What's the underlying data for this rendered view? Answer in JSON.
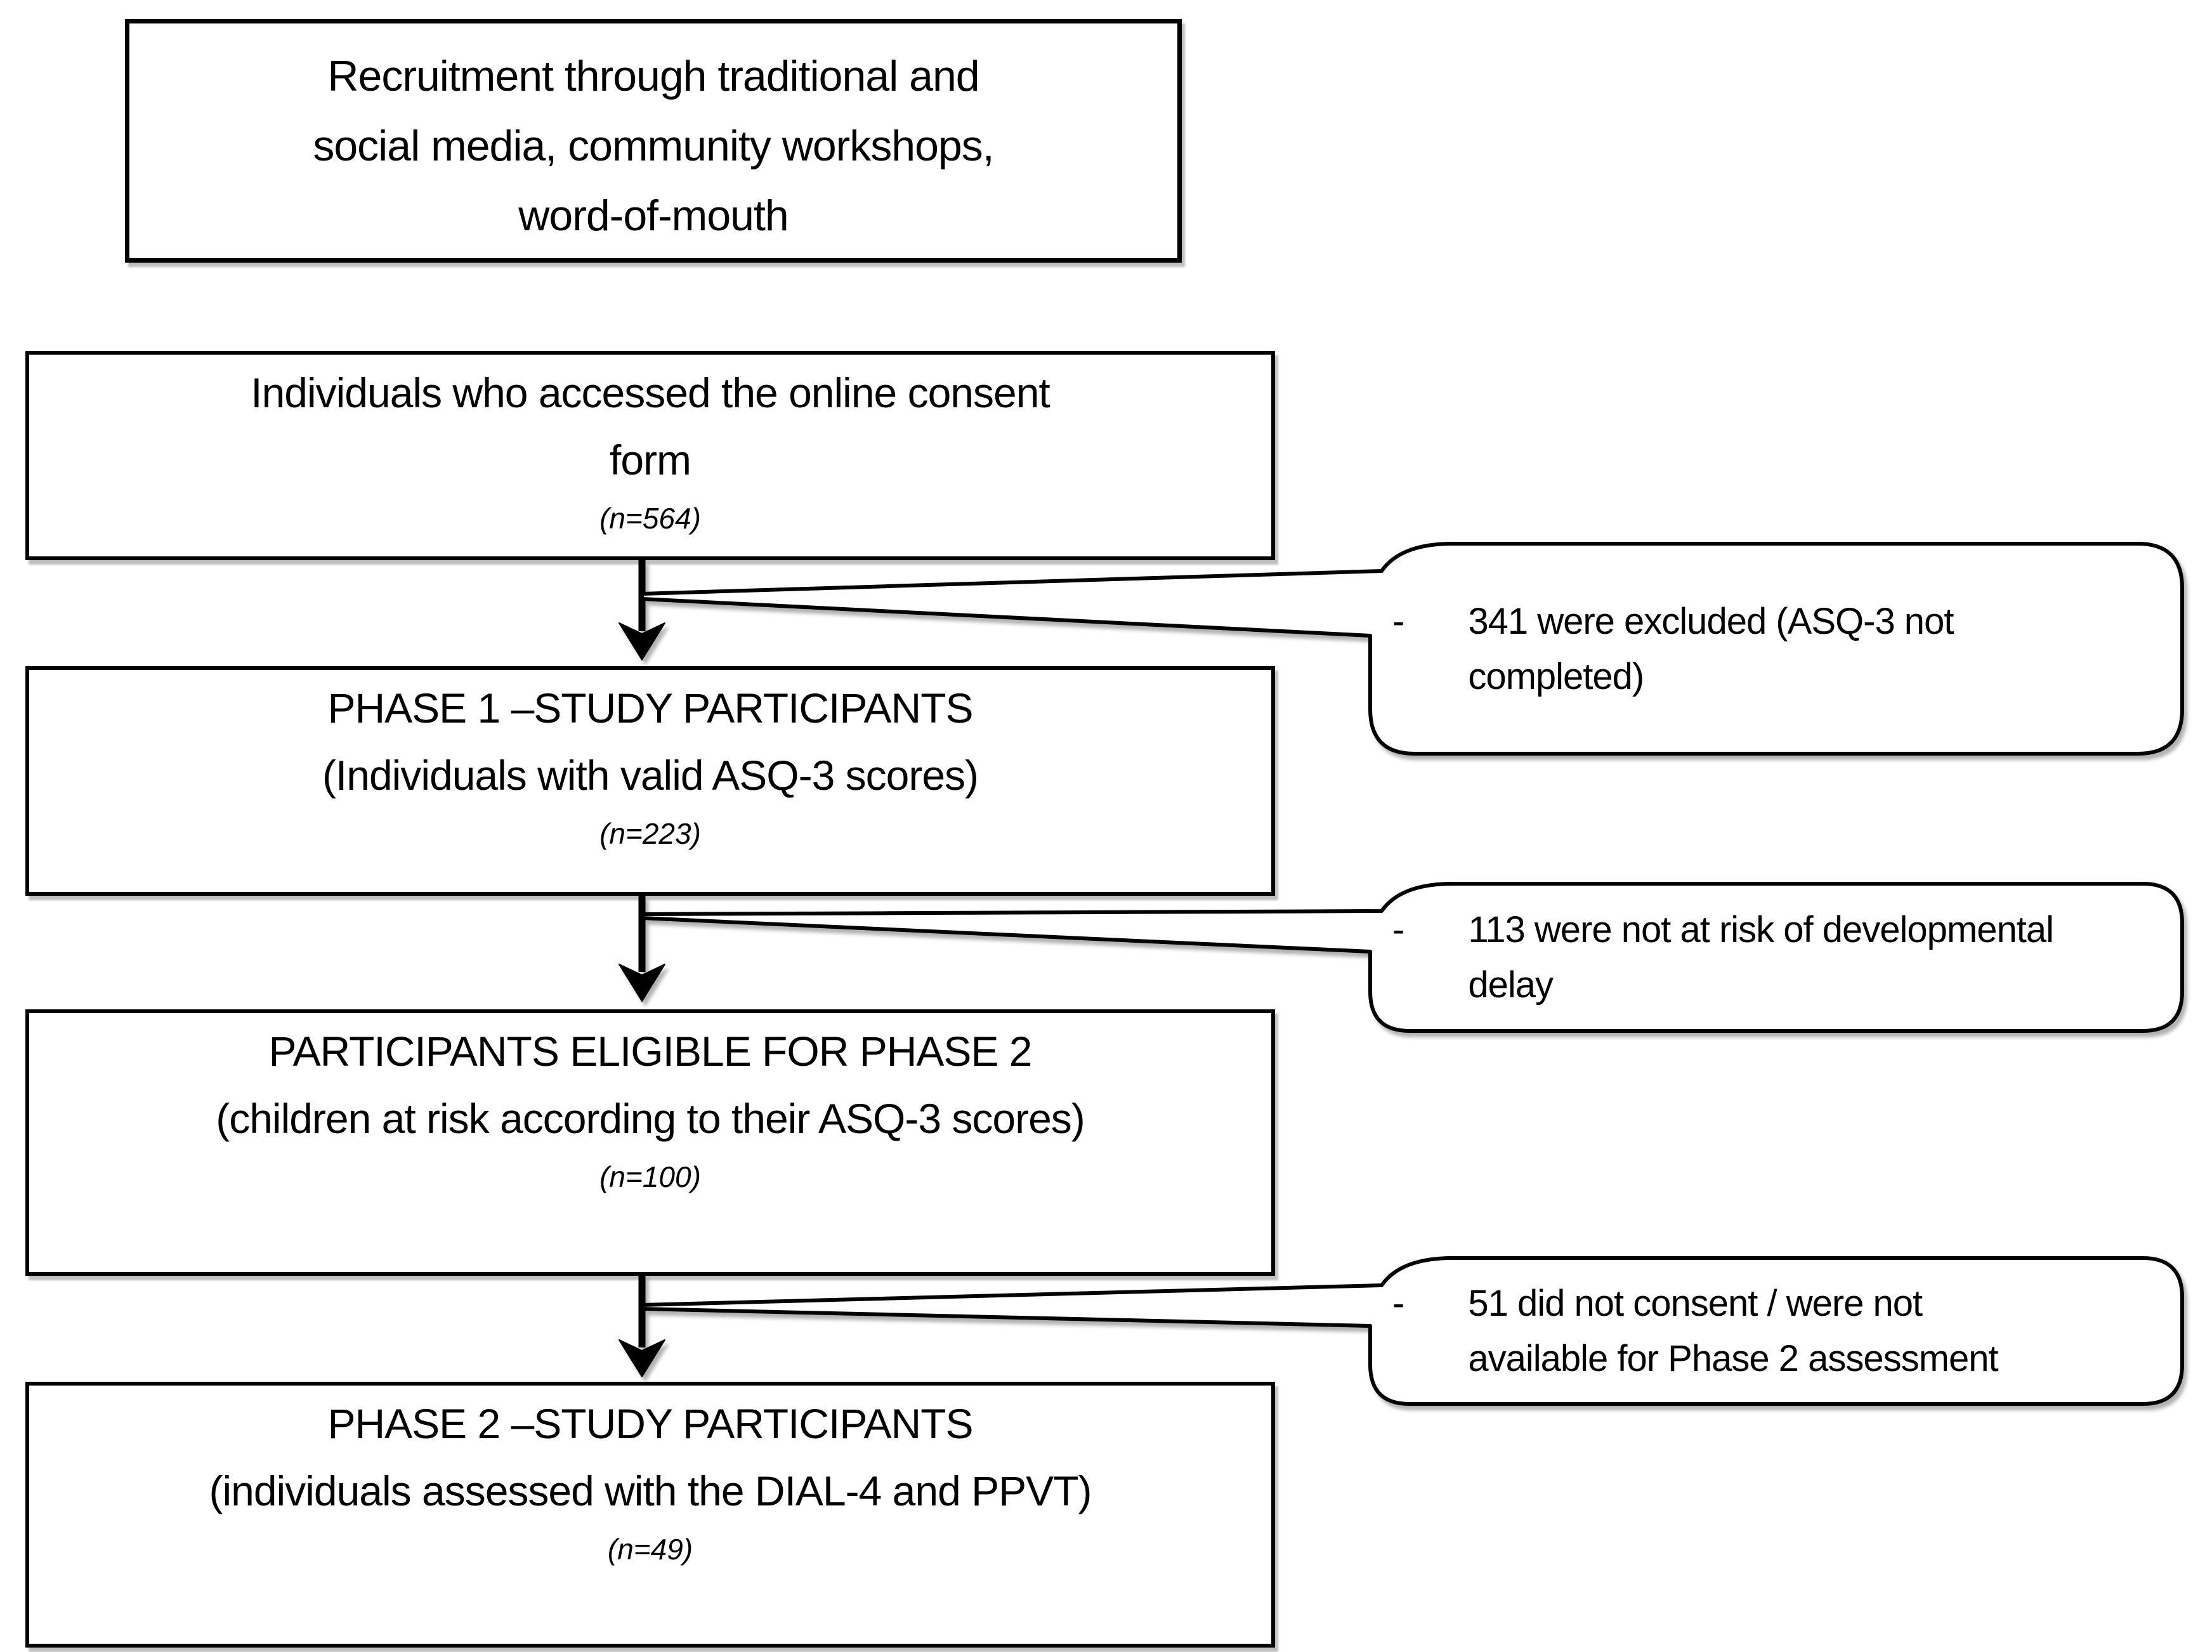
{
  "figure": {
    "background_color": "#ffffff",
    "line_color": "#000000",
    "text_color": "#000000"
  },
  "boxes": [
    {
      "id": "recruitment",
      "lines": [
        "Recruitment through traditional and",
        "social media, community workshops,",
        "word-of-mouth"
      ]
    },
    {
      "id": "consent-accessed",
      "lines": [
        "Individuals who accessed the online consent",
        "form"
      ],
      "n": "(n=564)"
    },
    {
      "id": "phase1-participants",
      "lines": [
        "PHASE 1 –STUDY PARTICIPANTS",
        "(Individuals with valid ASQ-3 scores)"
      ],
      "n": "(n=223)"
    },
    {
      "id": "eligible-phase2",
      "lines": [
        "PARTICIPANTS ELIGIBLE FOR PHASE 2",
        "(children at risk according to their ASQ-3 scores)"
      ],
      "n": "(n=100)"
    },
    {
      "id": "phase2-participants",
      "lines": [
        "PHASE 2 –STUDY PARTICIPANTS",
        "(individuals assessed with the DIAL-4 and PPVT)"
      ],
      "n": "(n=49)"
    }
  ],
  "callouts": [
    {
      "id": "excluded",
      "bullet": "-",
      "lines": [
        "341 were excluded (ASQ-3 not",
        "completed)"
      ]
    },
    {
      "id": "not-at-risk",
      "bullet": "-",
      "lines": [
        "113 were not at risk of developmental",
        "delay"
      ]
    },
    {
      "id": "no-consent",
      "bullet": "-",
      "lines": [
        "51 did not consent / were not",
        "available for Phase 2 assessment"
      ]
    }
  ]
}
